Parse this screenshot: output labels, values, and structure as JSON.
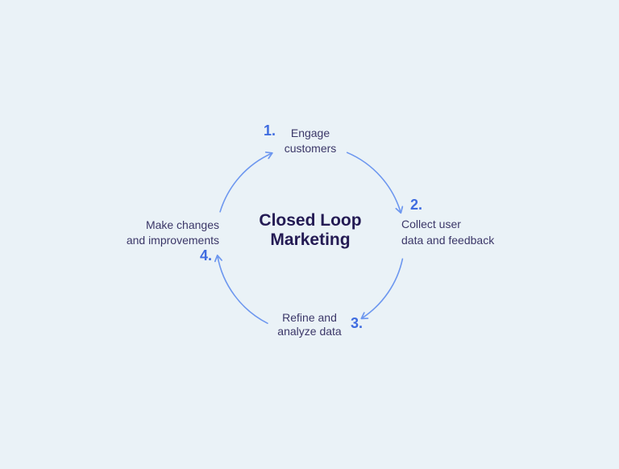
{
  "diagram": {
    "title_lines": [
      "Closed Loop",
      "Marketing"
    ],
    "steps": [
      {
        "number": "1.",
        "lines": [
          "Engage",
          "customers"
        ]
      },
      {
        "number": "2.",
        "lines": [
          "Collect user",
          "data and feedback"
        ]
      },
      {
        "number": "3.",
        "lines": [
          "Refine and",
          "analyze data"
        ]
      },
      {
        "number": "4.",
        "lines": [
          "Make changes",
          "and improvements"
        ]
      }
    ]
  },
  "colors": {
    "background": "#eaf2f7",
    "arc": "#6d97ef",
    "number": "#3f6ce0",
    "title": "#241b54",
    "label": "#3b3768"
  }
}
